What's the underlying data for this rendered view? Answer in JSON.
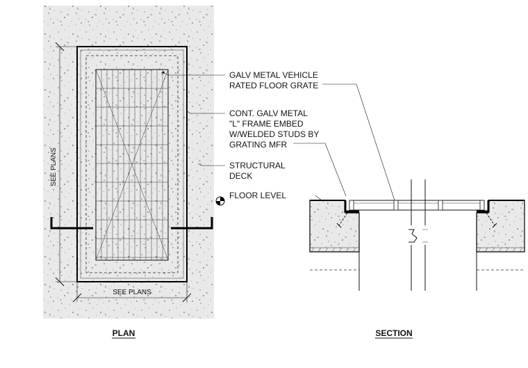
{
  "notes": {
    "grate_line1": "GALV METAL VEHICLE",
    "grate_line2": "RATED FLOOR GRATE",
    "frame_line1": "CONT. GALV METAL",
    "frame_line2": "\"L\" FRAME EMBED",
    "frame_line3": "W/WELDED STUDS BY",
    "frame_line4": "GRATING MFR",
    "deck_line1": "STRUCTURAL",
    "deck_line2": "DECK",
    "floor_level": "FLOOR LEVEL"
  },
  "dimensions": {
    "vertical": "SEE PLANS",
    "horizontal": "SEE PLANS"
  },
  "titles": {
    "plan": "PLAN",
    "section": "SECTION"
  }
}
